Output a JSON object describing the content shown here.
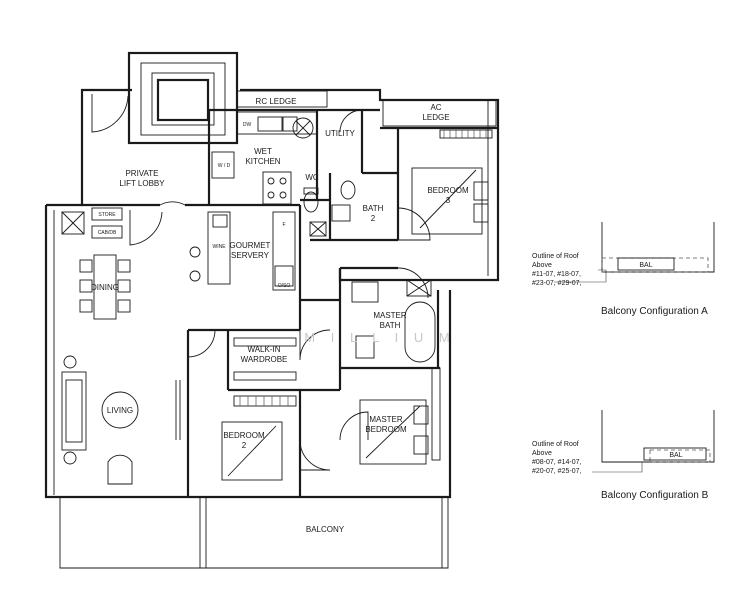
{
  "rooms": {
    "rc_ledge": "RC LEDGE",
    "ac_ledge_1": "AC",
    "ac_ledge_2": "LEDGE",
    "utility": "UTILITY",
    "wet_kitchen_1": "WET",
    "wet_kitchen_2": "KITCHEN",
    "dw": "DW",
    "wd": "W / D",
    "wc": "WC",
    "private_lift_lobby_1": "PRIVATE",
    "private_lift_lobby_2": "LIFT LOBBY",
    "store": "STORE",
    "cab_db": "CAB/DB",
    "bath2_1": "BATH",
    "bath2_2": "2",
    "bedroom3_1": "BEDROOM",
    "bedroom3_2": "3",
    "gourmet_servery_1": "GOURMET",
    "gourmet_servery_2": "SERVERY",
    "wine": "WINE",
    "f": "F",
    "o_sd": "O/SO",
    "dining": "DINING",
    "living": "LIVING",
    "master_bath_1": "MASTER",
    "master_bath_2": "BATH",
    "walk_in_wardrobe_1": "WALK-IN",
    "walk_in_wardrobe_2": "WARDROBE",
    "bedroom2_1": "BEDROOM",
    "bedroom2_2": "2",
    "master_bedroom_1": "MASTER",
    "master_bedroom_2": "BEDROOM",
    "balcony": "BALCONY",
    "watermark": "M I L L I U M"
  },
  "config_a": {
    "outline_1": "Outline of Roof",
    "outline_2": "Above",
    "units_1": "#11-07, #18-07,",
    "units_2": "#23-07, #29-07,",
    "bal": "BAL",
    "caption": "Balcony Configuration A"
  },
  "config_b": {
    "outline_1": "Outline of Roof",
    "outline_2": "Above",
    "units_1": "#08-07, #14-07,",
    "units_2": "#20-07, #25-07,",
    "bal": "BAL",
    "caption": "Balcony Configuration B"
  }
}
